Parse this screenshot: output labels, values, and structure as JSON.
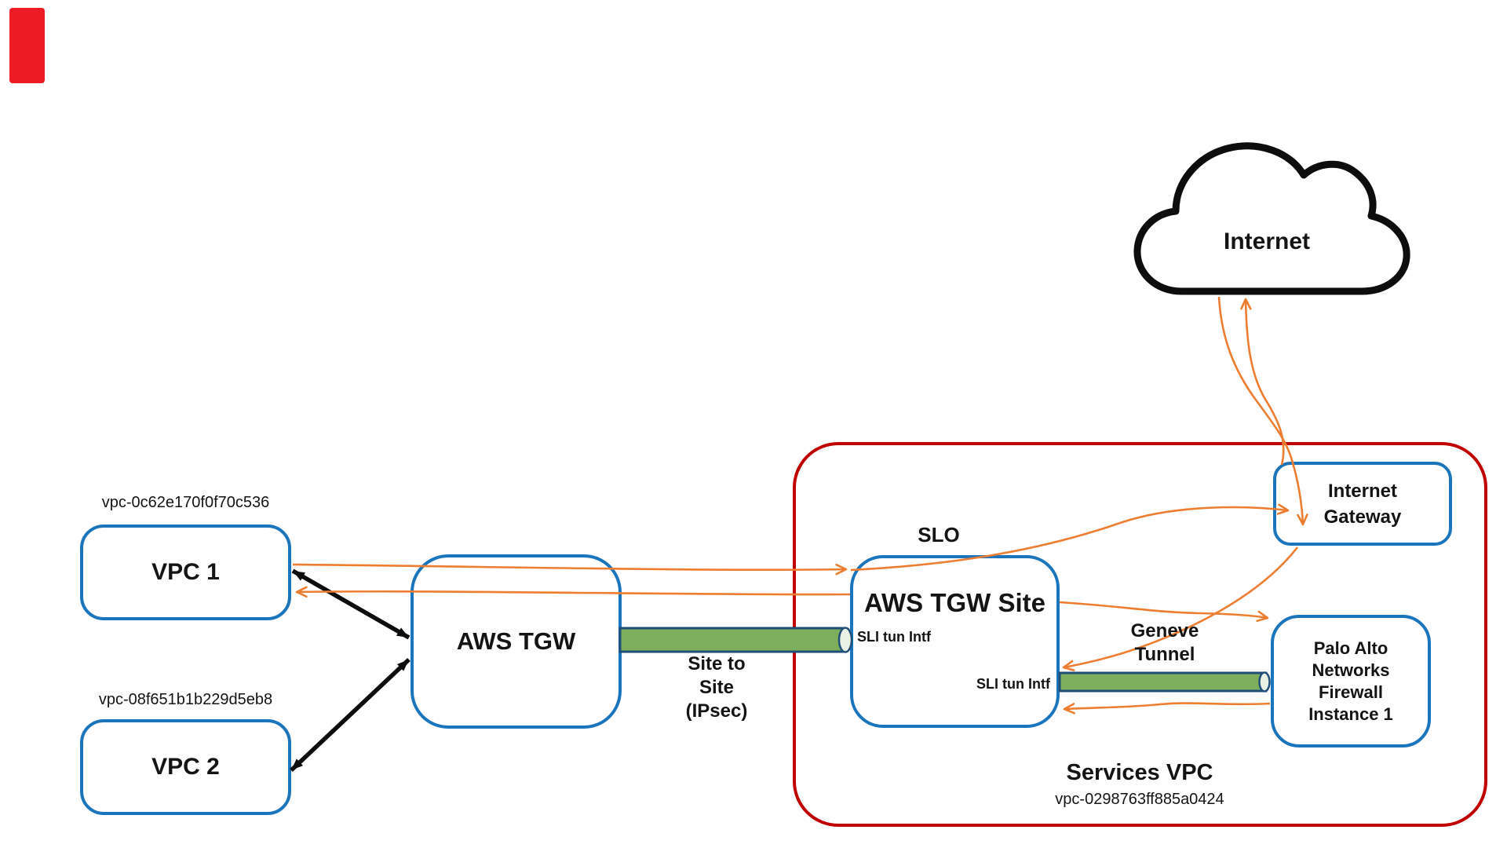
{
  "diagram": {
    "internet_cloud": {
      "label": "Internet"
    },
    "internet_gateway": {
      "lines": [
        "Internet",
        "Gateway"
      ]
    },
    "vpc1": {
      "id": "vpc-0c62e170f0f70c536",
      "title": "VPC 1"
    },
    "vpc2": {
      "id": "vpc-08f651b1b229d5eb8",
      "title": "VPC 2"
    },
    "aws_tgw": {
      "title": "AWS TGW"
    },
    "aws_tgw_site": {
      "title": "AWS TGW Site",
      "slo_label": "SLO",
      "sli_tun_top": "SLI tun Intf",
      "sli_tun_bottom": "SLI tun Intf"
    },
    "palo_alto": {
      "lines": [
        "Palo Alto",
        "Networks",
        "Firewall",
        "Instance 1"
      ]
    },
    "services_vpc": {
      "title": "Services VPC",
      "id": "vpc-0298763ff885a0424"
    },
    "site_to_site_tunnel": {
      "lines": [
        "Site to",
        "Site",
        "(IPsec)"
      ]
    },
    "geneve_tunnel": {
      "lines": [
        "Geneve",
        "Tunnel"
      ]
    }
  },
  "colors": {
    "node_border": "#1b75bc",
    "services_vpc_border": "#c00000",
    "flow_orange": "#ed7d31",
    "tunnel_green": "#7cae5b",
    "tunnel_border": "#1f4e79",
    "tunnel_cap": "#e9f0e4",
    "black_link": "#0d0d0d",
    "red_marker": "#ed1c24"
  }
}
